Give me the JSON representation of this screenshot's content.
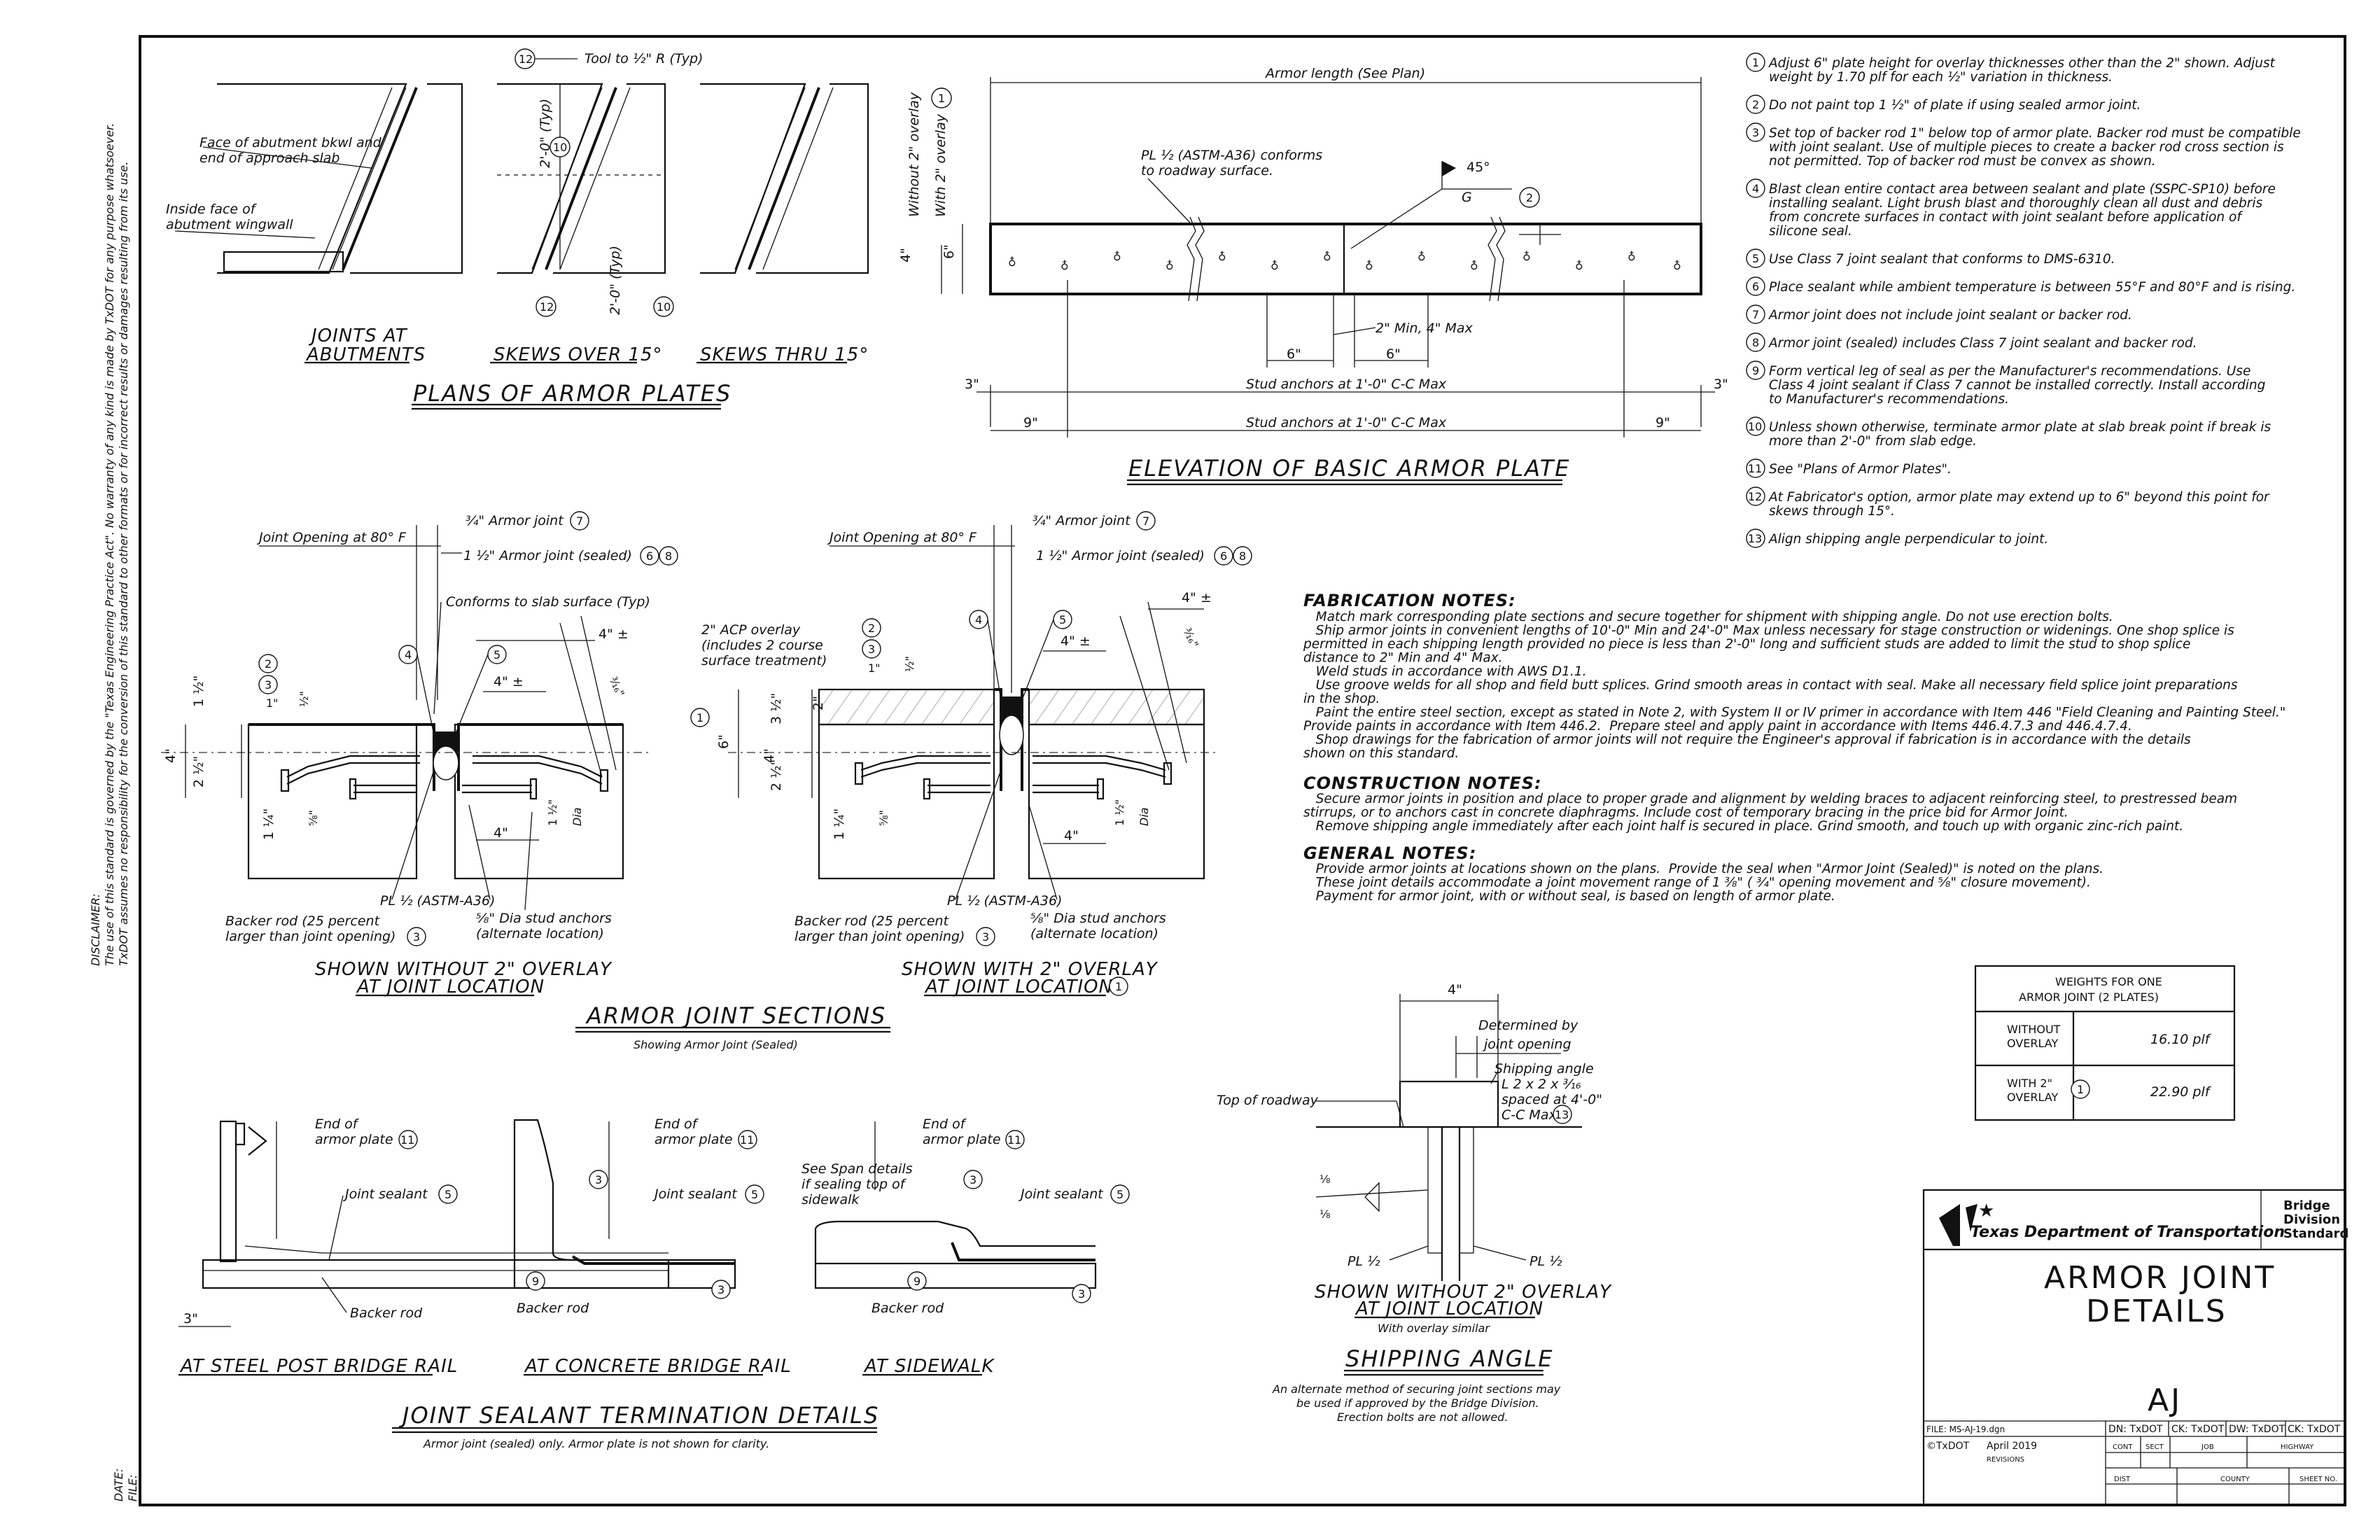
{
  "disclaimer": {
    "heading": "DISCLAIMER:",
    "line1": "The use of this standard is governed by the \"Texas Engineering Practice Act\".  No warranty of any kind is made by TxDOT for any purpose whatsoever.",
    "line2": "TxDOT assumes no responsibility for the conversion of this standard to other formats or for incorrect results or damages resulting from its use."
  },
  "margin_labels": {
    "date": "DATE:",
    "file": "FILE:"
  },
  "plans": {
    "title": "PLANS OF ARMOR PLATES",
    "tool_note": "Tool to ½\" R (Typ)",
    "face_abutment": [
      "Face of abutment bkwl and",
      "end of approach slab"
    ],
    "inside_face": [
      "Inside face of",
      "abutment wingwall"
    ],
    "dim_2_0_typ": "2'-0\" (Typ)",
    "callout_12": "12",
    "callout_10": "10",
    "sub1": [
      "JOINTS AT",
      "ABUTMENTS"
    ],
    "sub2": "SKEWS OVER 15°",
    "sub3": "SKEWS THRU 15°"
  },
  "elevation": {
    "title": "ELEVATION OF BASIC ARMOR PLATE",
    "armor_length": "Armor length (See Plan)",
    "pl_note": [
      "PL ½ (ASTM-A36) conforms",
      "to roadway surface."
    ],
    "without_overlay": "Without 2\" overlay",
    "with_overlay": "With 2\" overlay",
    "weld_angle": "45°",
    "weld_g": "G",
    "dim_4": "4\"",
    "dim_6": "6\"",
    "min_max": "2\" Min, 4\" Max",
    "six": "6\"",
    "three": "3\"",
    "nine": "9\"",
    "stud_anchors": "Stud anchors at 1'-0\" C-C Max",
    "callout_1": "1",
    "callout_2": "2"
  },
  "notes_numbered": [
    {
      "n": "1",
      "lines": [
        "Adjust 6\" plate height for overlay thicknesses other than the 2\" shown. Adjust",
        "weight by 1.70 plf for each ½\" variation in thickness."
      ]
    },
    {
      "n": "2",
      "lines": [
        "Do not paint top 1 ½\" of plate if using sealed armor joint."
      ]
    },
    {
      "n": "3",
      "lines": [
        "Set top of backer rod 1\" below top of armor plate.  Backer rod must be compatible",
        "with joint sealant.  Use of multiple pieces to create a backer rod cross section is",
        "not permitted. Top of backer rod must be convex as shown."
      ]
    },
    {
      "n": "4",
      "lines": [
        "Blast clean entire contact area between sealant and plate (SSPC-SP10) before",
        "installing sealant.  Light brush blast and thoroughly clean all dust and debris",
        "from concrete surfaces in contact with joint sealant before application of",
        "silicone seal."
      ]
    },
    {
      "n": "5",
      "lines": [
        "Use Class 7 joint sealant that conforms to DMS-6310."
      ]
    },
    {
      "n": "6",
      "lines": [
        "Place sealant while ambient temperature is between 55°F and 80°F and is rising."
      ]
    },
    {
      "n": "7",
      "lines": [
        "Armor joint does not include joint sealant or backer rod."
      ]
    },
    {
      "n": "8",
      "lines": [
        "Armor joint (sealed) includes Class 7 joint sealant and backer rod."
      ]
    },
    {
      "n": "9",
      "lines": [
        "Form vertical leg of seal as per the Manufacturer's recommendations.  Use",
        "Class 4 joint sealant if Class 7 cannot be installed correctly.  Install according",
        "to Manufacturer's recommendations."
      ]
    },
    {
      "n": "10",
      "lines": [
        "Unless shown otherwise, terminate armor plate at slab break point if break is",
        "more than 2'-0\" from slab edge."
      ]
    },
    {
      "n": "11",
      "lines": [
        "See \"Plans of Armor Plates\"."
      ]
    },
    {
      "n": "12",
      "lines": [
        "At Fabricator's option, armor plate may extend up to 6\" beyond this point for",
        "skews through 15°."
      ]
    },
    {
      "n": "13",
      "lines": [
        "Align shipping angle perpendicular to joint."
      ]
    }
  ],
  "fabrication": {
    "heading": "FABRICATION NOTES:",
    "lines": [
      "   Match mark corresponding plate sections and secure together for shipment with shipping angle. Do not use erection bolts.",
      "   Ship armor joints in convenient lengths of 10'-0\" Min and 24'-0\" Max unless necessary for stage construction or widenings. One shop splice is",
      "permitted in each shipping length provided no piece is less than 2'-0\" long and sufficient studs are added to limit the stud to shop splice",
      "distance to 2\" Min and 4\" Max.",
      "   Weld studs in accordance with AWS D1.1.",
      "   Use groove welds for all shop and field butt splices. Grind smooth areas in contact with seal. Make all necessary field splice joint preparations",
      "in the shop.",
      "   Paint the entire steel section, except as stated in Note 2, with System II or IV primer in accordance with Item 446 \"Field Cleaning and Painting Steel.\"",
      "Provide paints in accordance with Item 446.2.  Prepare steel and apply paint in accordance with Items 446.4.7.3 and 446.4.7.4.",
      "   Shop drawings for the fabrication of armor joints will not require the Engineer's approval if fabrication is in accordance with the details",
      "shown on this standard."
    ]
  },
  "construction": {
    "heading": "CONSTRUCTION NOTES:",
    "lines": [
      "   Secure armor joints in position and place to proper grade and alignment by welding braces to adjacent reinforcing steel, to prestressed beam",
      "stirrups, or to anchors cast in concrete diaphragms. Include cost of temporary bracing in the price bid for Armor Joint.",
      "   Remove shipping angle immediately after each joint half is secured in place. Grind smooth, and touch up with organic zinc-rich paint."
    ]
  },
  "general": {
    "heading": "GENERAL NOTES:",
    "lines": [
      "   Provide armor joints at locations shown on the plans.  Provide the seal when \"Armor Joint (Sealed)\" is noted on the plans.",
      "   These joint details accommodate a joint movement range of 1 ⅜\" ( ¾\" opening movement and ⅝\" closure movement).",
      "   Payment for armor joint, with or without seal, is based on length of armor plate."
    ]
  },
  "sections": {
    "title": "ARMOR JOINT SECTIONS",
    "subtitle": "Showing Armor Joint (Sealed)",
    "joint_opening": "Joint Opening at 80° F",
    "armor_joint_34": "¾\" Armor joint",
    "armor_joint_sealed": "1 ½\" Armor joint (sealed)",
    "conforms": "Conforms to slab surface (Typ)",
    "acp": [
      "2\" ACP overlay",
      "(includes 2 course",
      "surface treatment)"
    ],
    "four_pm": "4\" ±",
    "four": "4\"",
    "one": "1\"",
    "half": "½\"",
    "one_half": "1 ½\"",
    "two_half": "2 ½\"",
    "three_half": "3 ½\"",
    "two": "2\"",
    "one_quarter": "1 ¼\"",
    "five_eighths": "⅝\"",
    "three_sixteenth": "³⁄₁₆\"",
    "dia": "Dia",
    "pl": "PL ½ (ASTM-A36)",
    "backer": [
      "Backer rod (25 percent",
      "larger than joint opening)"
    ],
    "studs": [
      "⅝\" Dia stud anchors",
      "(alternate location)"
    ],
    "left_title": [
      "SHOWN WITHOUT 2\" OVERLAY",
      "AT JOINT LOCATION"
    ],
    "right_title": [
      "SHOWN WITH 2\" OVERLAY",
      "AT JOINT LOCATION"
    ]
  },
  "weights": {
    "title": [
      "WEIGHTS FOR ONE",
      "ARMOR JOINT (2 PLATES)"
    ],
    "rows": [
      {
        "label": [
          "WITHOUT",
          "OVERLAY"
        ],
        "value": "16.10 plf"
      },
      {
        "label": [
          "WITH 2\"",
          "OVERLAY"
        ],
        "value": "22.90 plf"
      }
    ]
  },
  "termination": {
    "title": "JOINT SEALANT TERMINATION DETAILS",
    "subtitle": "Armor joint (sealed) only.  Armor plate is not shown for clarity.",
    "end_plate": [
      "End of",
      "armor plate"
    ],
    "joint_sealant": "Joint sealant",
    "backer_rod": "Backer rod",
    "see_span": [
      "See Span details",
      "if sealing top of",
      "sidewalk"
    ],
    "three_in": "3\"",
    "sub1": "AT STEEL POST BRIDGE RAIL",
    "sub2": "AT CONCRETE BRIDGE RAIL",
    "sub3": "AT SIDEWALK"
  },
  "shipping": {
    "title": "SHIPPING ANGLE",
    "four": "4\"",
    "determined": [
      "Determined by",
      "joint opening"
    ],
    "top_roadway": "Top of roadway",
    "angle": [
      "Shipping angle",
      "L 2 x 2 x ³⁄₁₆",
      "spaced at 4'-0\"",
      "C-C Max"
    ],
    "pl": "PL ½",
    "weld": "⅛",
    "sub": [
      "SHOWN WITHOUT 2\" OVERLAY",
      "AT JOINT LOCATION"
    ],
    "similar": "With overlay similar",
    "alt": [
      "An alternate method of securing joint sections may",
      "be used if approved by the Bridge Division.",
      "Erection bolts are not allowed."
    ]
  },
  "title_block": {
    "agency": "Texas Department of Transportation",
    "division": [
      "Bridge",
      "Division",
      "Standard"
    ],
    "sheet_title": [
      "ARMOR JOINT",
      "DETAILS"
    ],
    "code": "AJ",
    "file": "FILE:  MS-AJ-19.dgn",
    "dn": "DN:  TxDOT",
    "ck1": "CK:  TxDOT",
    "dw": "DW:  TxDOT",
    "ck2": "CK:  TxDOT",
    "copyright": "©TxDOT",
    "date": "April 2019",
    "cont": "CONT",
    "sect": "SECT",
    "job": "JOB",
    "highway": "HIGHWAY",
    "revisions": "REVISIONS",
    "dist": "DIST",
    "county": "COUNTY",
    "sheet_no": "SHEET NO."
  }
}
